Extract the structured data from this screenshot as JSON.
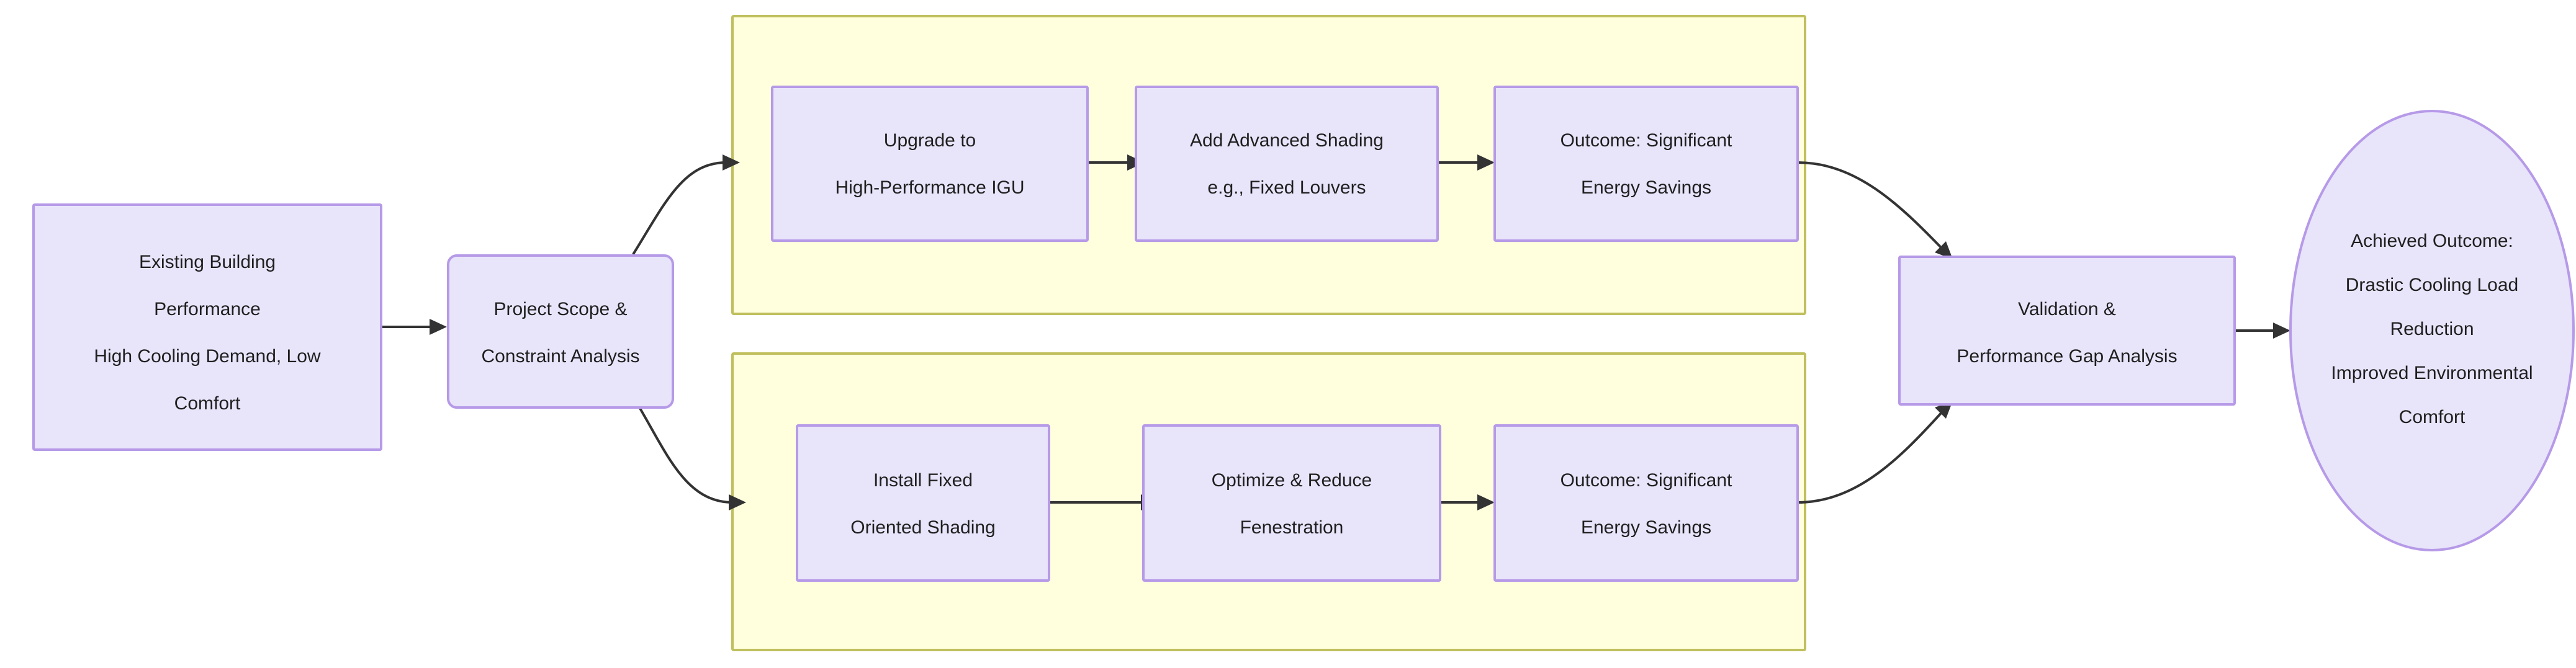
{
  "diagram": {
    "type": "flowchart",
    "direction": "left-to-right",
    "background_color": "#ffffff",
    "node_fill_color": "#e8e4fa",
    "node_border_color": "#b69ae8",
    "cluster_fill_color": "#ffffde",
    "cluster_border_color": "#bfbf5e",
    "edge_color": "#333333"
  },
  "nodes": {
    "existing_building": {
      "id": "existing_building",
      "shape": "rect",
      "lines": [
        "Existing Building",
        "Performance",
        "High Cooling Demand, Low",
        "Comfort"
      ]
    },
    "project_scope": {
      "id": "project_scope",
      "shape": "rounded-rect",
      "lines": [
        "Project Scope &",
        "Constraint Analysis"
      ]
    },
    "upgrade_igu": {
      "id": "upgrade_igu",
      "shape": "rect",
      "lines": [
        "Upgrade to",
        "High-Performance IGU"
      ]
    },
    "advanced_shading": {
      "id": "advanced_shading",
      "shape": "rect",
      "lines": [
        "Add Advanced Shading",
        "e.g., Fixed Louvers"
      ]
    },
    "outcome_top": {
      "id": "outcome_top",
      "shape": "rect",
      "lines": [
        "Outcome: Significant",
        "Energy Savings"
      ]
    },
    "install_shading": {
      "id": "install_shading",
      "shape": "rect",
      "lines": [
        "Install Fixed",
        "Oriented Shading"
      ]
    },
    "optimize_fenestration": {
      "id": "optimize_fenestration",
      "shape": "rect",
      "lines": [
        "Optimize & Reduce",
        "Fenestration"
      ]
    },
    "outcome_bottom": {
      "id": "outcome_bottom",
      "shape": "rect",
      "lines": [
        "Outcome: Significant",
        "Energy Savings"
      ]
    },
    "validation": {
      "id": "validation",
      "shape": "rect",
      "lines": [
        "Validation &",
        "Performance Gap Analysis"
      ]
    },
    "achieved_outcome": {
      "id": "achieved_outcome",
      "shape": "ellipse",
      "lines": [
        "Achieved Outcome:",
        "Drastic Cooling Load",
        "Reduction",
        "Improved Environmental",
        "Comfort"
      ]
    }
  },
  "clusters": [
    {
      "id": "strategy-track-upper",
      "label": ""
    },
    {
      "id": "strategy-track-lower",
      "label": ""
    }
  ],
  "edges": [
    {
      "from": "existing_building",
      "to": "project_scope",
      "label": ""
    },
    {
      "from": "project_scope",
      "to": "upgrade_igu",
      "label": ""
    },
    {
      "from": "upgrade_igu",
      "to": "advanced_shading",
      "label": ""
    },
    {
      "from": "advanced_shading",
      "to": "outcome_top",
      "label": ""
    },
    {
      "from": "project_scope",
      "to": "install_shading",
      "label": ""
    },
    {
      "from": "install_shading",
      "to": "optimize_fenestration",
      "label": ""
    },
    {
      "from": "optimize_fenestration",
      "to": "outcome_bottom",
      "label": ""
    },
    {
      "from": "outcome_top",
      "to": "validation",
      "label": ""
    },
    {
      "from": "outcome_bottom",
      "to": "validation",
      "label": ""
    },
    {
      "from": "validation",
      "to": "achieved_outcome",
      "label": ""
    }
  ]
}
